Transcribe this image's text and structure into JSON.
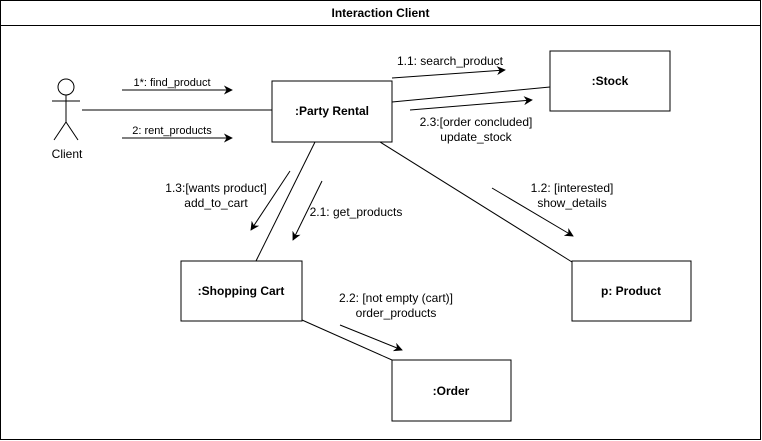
{
  "diagram": {
    "title": "Interaction Client",
    "actor": {
      "label": "Client"
    },
    "objects": {
      "party_rental": ":Party Rental",
      "stock": ":Stock",
      "shopping_cart": ":Shopping Cart",
      "product": "p: Product",
      "order": ":Order"
    },
    "messages": {
      "find_product": "1*: find_product",
      "rent_products": "2: rent_products",
      "search_product": "1.1: search_product",
      "update_stock_1": "2.3:[order concluded]",
      "update_stock_2": "update_stock",
      "add_to_cart_1": "1.3:[wants product]",
      "add_to_cart_2": "add_to_cart",
      "get_products": "2.1: get_products",
      "show_details_1": "1.2: [interested]",
      "show_details_2": "show_details",
      "order_products_1": "2.2: [not empty (cart)]",
      "order_products_2": "order_products"
    }
  }
}
